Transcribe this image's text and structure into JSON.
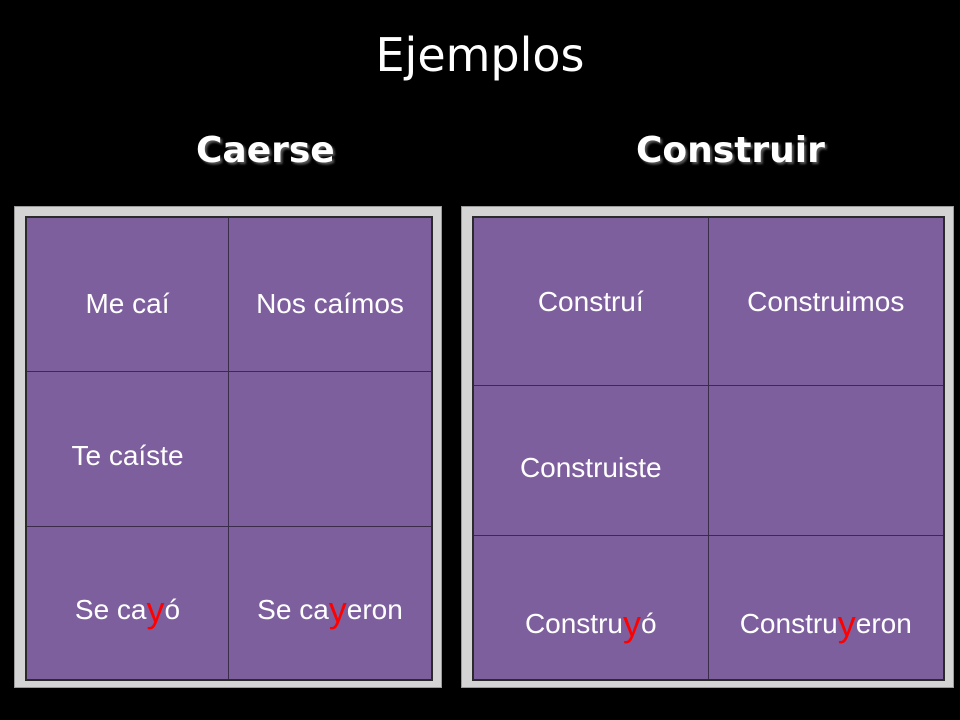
{
  "title": "Ejemplos",
  "tables": [
    {
      "heading": "Caerse",
      "cells": [
        {
          "pre": "Me caí",
          "hi": "",
          "post": ""
        },
        {
          "pre": "Nos caímos",
          "hi": "",
          "post": ""
        },
        {
          "pre": "Te caíste",
          "hi": "",
          "post": ""
        },
        {
          "pre": "",
          "hi": "",
          "post": ""
        },
        {
          "pre": "Se ca",
          "hi": "y",
          "post": "ó"
        },
        {
          "pre": "Se ca",
          "hi": "y",
          "post": "eron"
        }
      ]
    },
    {
      "heading": "Construir",
      "cells": [
        {
          "pre": "Construí",
          "hi": "",
          "post": ""
        },
        {
          "pre": "Construimos",
          "hi": "",
          "post": ""
        },
        {
          "pre": "Construiste",
          "hi": "",
          "post": ""
        },
        {
          "pre": "",
          "hi": "",
          "post": ""
        },
        {
          "pre": "Constru",
          "hi": "y",
          "post": "ó"
        },
        {
          "pre": "Constru",
          "hi": "y",
          "post": "eron"
        }
      ]
    }
  ],
  "colors": {
    "background": "#000000",
    "cell_fill": "#7e5f9e",
    "text": "#ffffff",
    "highlight": "#ff0000"
  }
}
